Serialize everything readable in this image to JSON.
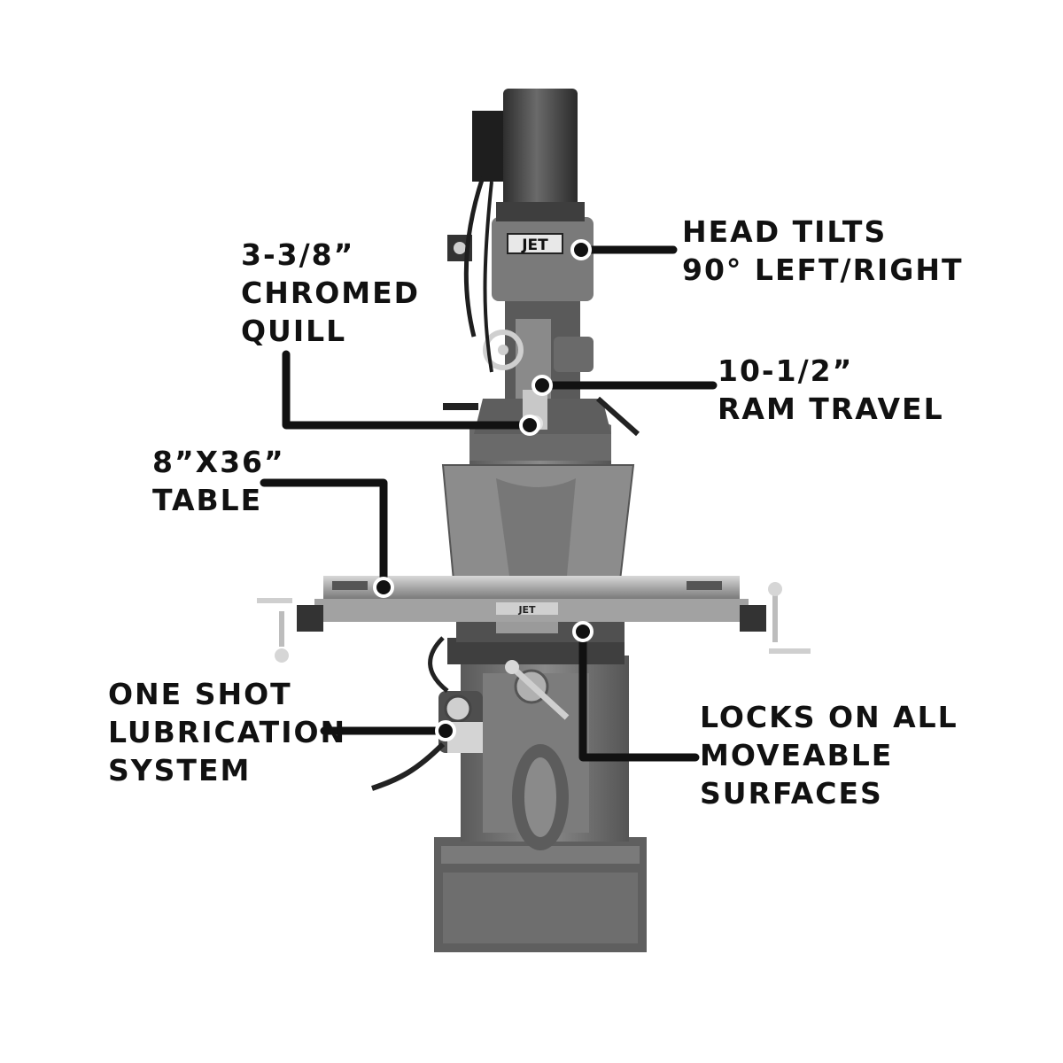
{
  "brand": {
    "logo_text": "JET"
  },
  "callouts": {
    "head_tilt": {
      "lines": [
        "HEAD TILTS",
        "90° LEFT/RIGHT"
      ]
    },
    "quill": {
      "lines": [
        "3-3/8”",
        "CHROMED",
        "QUILL"
      ]
    },
    "ram": {
      "lines": [
        "10-1/2”",
        "RAM TRAVEL"
      ]
    },
    "table": {
      "lines": [
        "8”X36”",
        "TABLE"
      ]
    },
    "lube": {
      "lines": [
        "ONE SHOT",
        "LUBRICATION",
        "SYSTEM"
      ]
    },
    "locks": {
      "lines": [
        "LOCKS ON ALL",
        "MOVEABLE",
        "SURFACES"
      ]
    }
  },
  "colors": {
    "line": "#111111",
    "machine_dark": "#4a4a4a",
    "machine_mid": "#6b6b6b",
    "machine_light": "#9a9a9a",
    "chrome": "#c8c8c8"
  }
}
